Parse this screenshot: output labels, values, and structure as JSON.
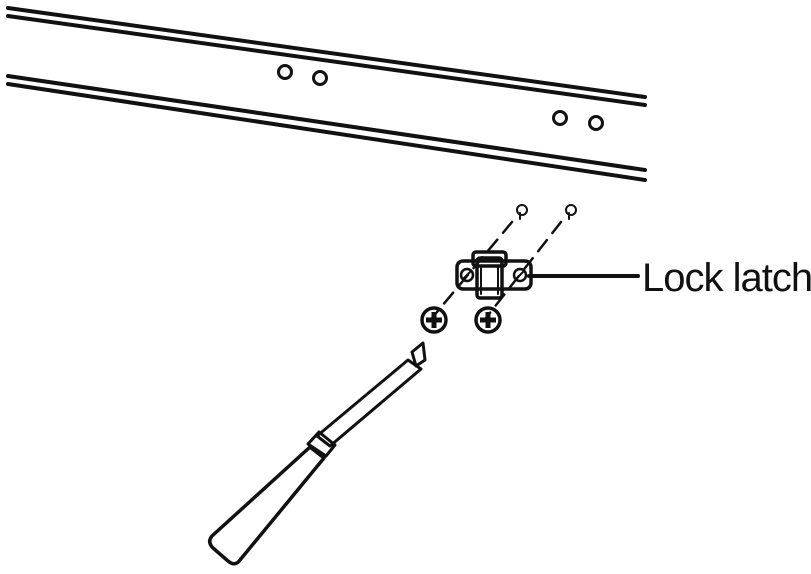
{
  "callout": {
    "label": "Lock latch"
  },
  "colors": {
    "line": "#111111",
    "background": "#ffffff"
  },
  "icons": {
    "rail": "mounting-rail",
    "latch": "lock-latch",
    "screws": "phillips-screw",
    "tool": "screwdriver"
  }
}
